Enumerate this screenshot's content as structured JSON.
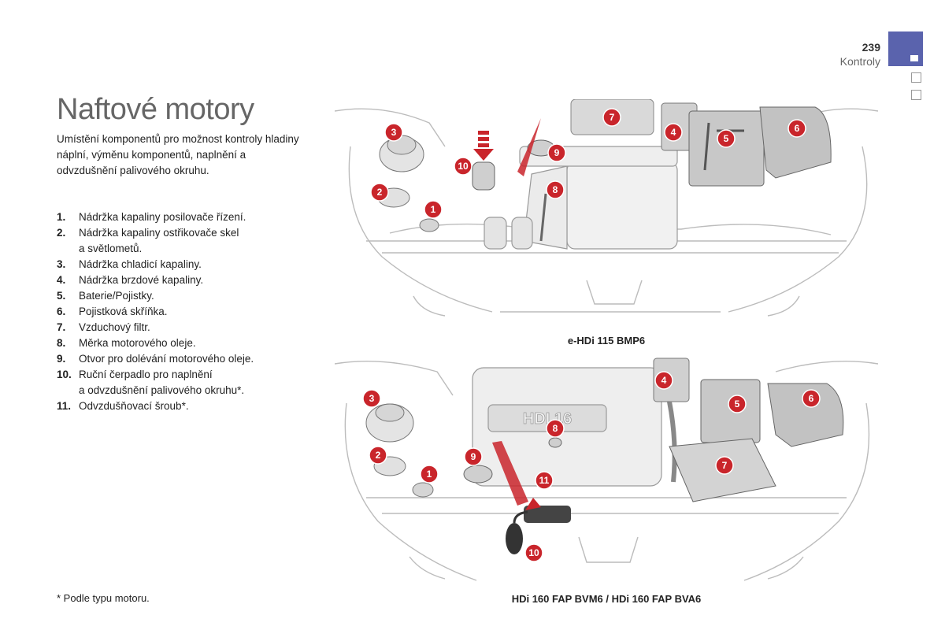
{
  "header": {
    "page_number": "239",
    "section": "Kontroly",
    "accent_color": "#5a63ad"
  },
  "title": "Naftové motory",
  "intro": "Umístění komponentů pro možnost kontroly hladiny náplní, výměnu komponentů, naplnění a odvzdušnění palivového okruhu.",
  "items": [
    {
      "num": "1.",
      "text": "Nádržka kapaliny posilovače řízení.",
      "text2": ""
    },
    {
      "num": "2.",
      "text": "Nádržka kapaliny ostřikovače skel",
      "text2": "a světlometů."
    },
    {
      "num": "3.",
      "text": "Nádržka chladicí kapaliny.",
      "text2": ""
    },
    {
      "num": "4.",
      "text": "Nádržka brzdové kapaliny.",
      "text2": ""
    },
    {
      "num": "5.",
      "text": "Baterie/Pojistky.",
      "text2": ""
    },
    {
      "num": "6.",
      "text": "Pojistková skříňka.",
      "text2": ""
    },
    {
      "num": "7.",
      "text": "Vzduchový filtr.",
      "text2": ""
    },
    {
      "num": "8.",
      "text": "Měrka motorového oleje.",
      "text2": ""
    },
    {
      "num": "9.",
      "text": "Otvor pro dolévání motorového oleje.",
      "text2": ""
    },
    {
      "num": "10.",
      "text": "Ruční čerpadlo pro naplnění",
      "text2": "a odvzdušnění palivového okruhu*."
    },
    {
      "num": "11.",
      "text": "Odvzdušňovací šroub*.",
      "text2": ""
    }
  ],
  "diagrams": {
    "top": {
      "caption": "e-HDi 115 BMP6",
      "badges": [
        "1",
        "2",
        "3",
        "4",
        "5",
        "6",
        "7",
        "8",
        "9",
        "10"
      ]
    },
    "bottom": {
      "caption": "HDi 160 FAP BVM6 / HDi 160 FAP BVA6",
      "engine_cover_text": "HDI 16",
      "badges": [
        "1",
        "2",
        "3",
        "4",
        "5",
        "6",
        "7",
        "8",
        "9",
        "10",
        "11"
      ]
    },
    "badge_color": "#c9252b"
  },
  "footnote": "* Podle typu motoru."
}
